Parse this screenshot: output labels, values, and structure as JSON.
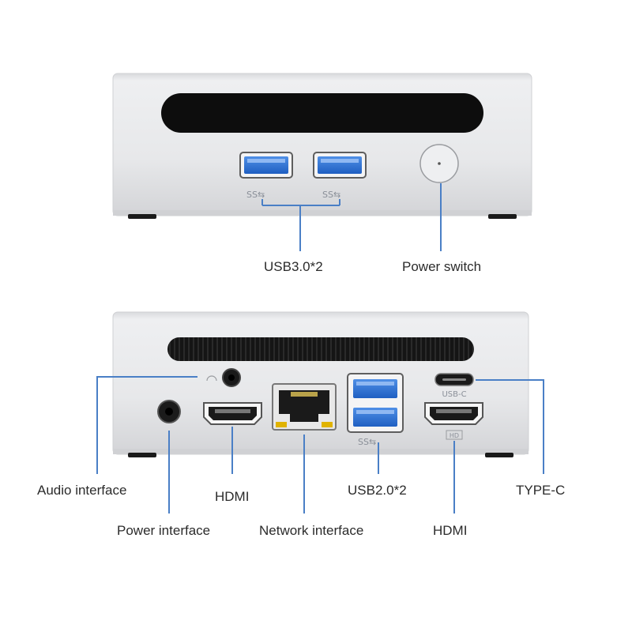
{
  "front_view": {
    "port_marks": [
      "SS⇆",
      "SS⇆"
    ],
    "labels": {
      "usb30": "USB3.0*2",
      "power_switch": "Power switch"
    }
  },
  "rear_view": {
    "port_marks": {
      "usb_c": "USB-C",
      "usb2": "SS⇆",
      "hdmi_right": "HD"
    },
    "labels": {
      "audio": "Audio interface",
      "hdmi_left": "HDMI",
      "usb20": "USB2.0*2",
      "type_c": "TYPE-C",
      "power_interface": "Power interface",
      "network": "Network interface",
      "hdmi_right": "HDMI"
    }
  },
  "colors": {
    "callout_line": "#4a7fc6",
    "usb3_blue": "#2d6fd0",
    "case_silver": "#e6e7e9",
    "vent_black": "#111111"
  }
}
